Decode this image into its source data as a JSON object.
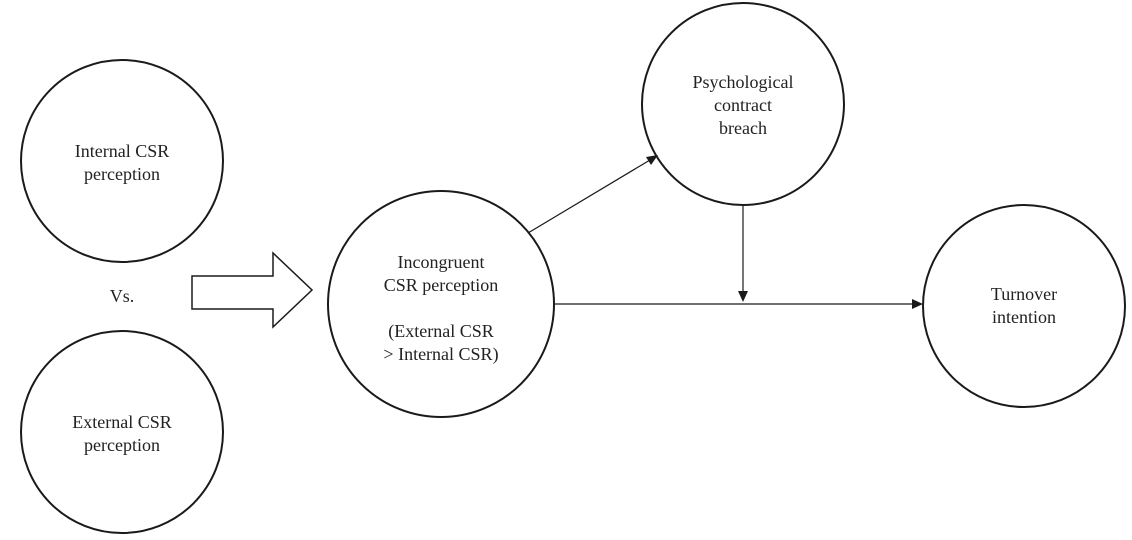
{
  "nodes": {
    "internal": {
      "lines": [
        "Internal CSR",
        "perception"
      ]
    },
    "versus": {
      "text": "Vs."
    },
    "external": {
      "lines": [
        "External CSR",
        "perception"
      ]
    },
    "incongruent": {
      "lines": [
        "Incongruent",
        "CSR perception",
        "",
        "(External CSR",
        "> Internal CSR)"
      ]
    },
    "breach": {
      "lines": [
        "Psychological",
        "contract",
        "breach"
      ]
    },
    "turnover": {
      "lines": [
        "Turnover",
        "intention"
      ]
    }
  },
  "edges": [
    {
      "from": "incongruent",
      "to": "breach",
      "type": "arrow"
    },
    {
      "from": "incongruent",
      "to": "turnover",
      "type": "arrow"
    },
    {
      "from": "breach",
      "to": "incongruent-turnover-path",
      "type": "moderation-arrow"
    }
  ]
}
